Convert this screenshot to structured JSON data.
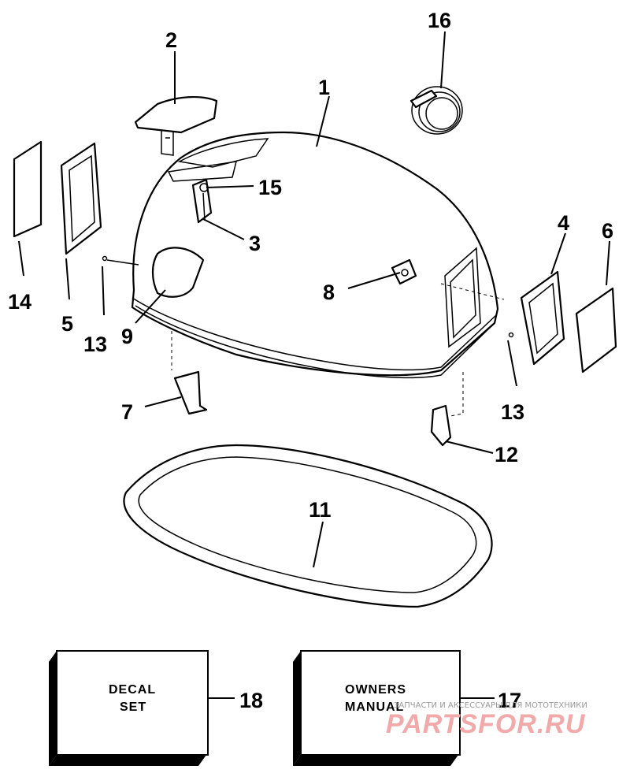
{
  "callouts": {
    "c1": "1",
    "c2": "2",
    "c3": "3",
    "c4": "4",
    "c5": "5",
    "c6": "6",
    "c7": "7",
    "c8": "8",
    "c9": "9",
    "c11": "11",
    "c12": "12",
    "c13_left": "13",
    "c13_right": "13",
    "c14": "14",
    "c15": "15",
    "c16": "16",
    "c17": "17",
    "c18": "18"
  },
  "boxes": {
    "decal_line1": "DECAL",
    "decal_line2": "SET",
    "manual_line1": "OWNERS",
    "manual_line2": "MANUAL"
  },
  "watermark": {
    "small": "ЗАПЧАСТИ И АКСЕССУАРЫ ДЛЯ МОТОТЕХНИКИ",
    "big": "PARTSFOR.RU"
  }
}
